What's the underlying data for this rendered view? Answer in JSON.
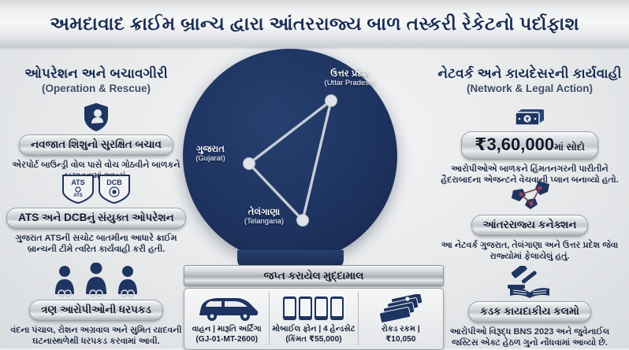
{
  "title": "અમદાવાદ ક્રાઈમ બ્રાન્ચ દ્વારા આંતરરાજ્ય બાળ તસ્કરી રેકેટનો પર્દાફાશ",
  "colors": {
    "navy": "#1e3461",
    "navy_dark": "#16264a",
    "title_text": "#1b2d55",
    "background": "#e9ebed",
    "pill_silver": "#c3c7cc"
  },
  "left_column": {
    "heading_gu": "ઓપરેશન અને બચાવગીરી",
    "heading_en": "(Operation & Rescue)",
    "blocks": [
      {
        "icon": "shield-baby-icon",
        "pill": "નવજાત શિશુનો સુરક્ષિત બચાવ",
        "desc": "એરપોર્ટ બાઉન્ડ્રી વોલ પાસે વોચ ગોઠવીને બાળકને બચાવવામાં આવ્યું."
      },
      {
        "icon": "ats-dcb-badges-icon",
        "pill": "ATS અને DCBનું સંયુક્ત ઓપરેશન",
        "desc": "ગુજરાત ATSની સચોટ બાતમીના આધારે ક્રાઈમ બ્રાન્ચની ટીમે ત્વરિત કાર્યવાહી કરી હતી."
      },
      {
        "icon": "three-arrested-icon",
        "pill": "ત્રણ આરોપીઓની ધરપકડ",
        "desc": "વંદના પંચાલ, રોશન અગ્રવાલ અને સુમિત યાદવની ઘટનાસ્થળેથી ધરપકડ કરવામાં આવી."
      }
    ]
  },
  "right_column": {
    "heading_gu": "નેટવર્ક અને કાયદેસરની કાર્યવાહી",
    "heading_en": "(Network & Legal Action)",
    "blocks": [
      {
        "icon": "banknote-icon",
        "pill_amount": "₹3,60,000",
        "pill_suffix": "માં સોદો",
        "desc": "આરોપીઓએ બાળકને હિંમતનગરની પારીતીને હૈદરાબાદના એજન્ટને વેચવાની પ્લાન બનાવ્યો હતો."
      },
      {
        "icon": "interstate-map-icon",
        "pill": "આંતરરાજ્ય કનેક્શન",
        "desc": "આ નેટવર્ક ગુજરાત, તેલંગાણા અને ઉત્તર પ્રદેશ જેવા રાજ્યોમાં ફેલાયેલું હતું."
      },
      {
        "icon": "gavel-law-book-icon",
        "pill": "કડક કાયદાકીય કલમો",
        "desc": "આરોપીઓ વિરૂદ્ધ BNS 2023 અને જુવેનાઈલ જસ્ટિસ એક્ટ હેઠળ ગુનો નોંધવામાં આવ્યો છે."
      }
    ]
  },
  "map": {
    "nodes": [
      {
        "gu": "ગુજરાત",
        "en": "(Gujarat)"
      },
      {
        "gu": "ઉત્તર પ્રદેશ",
        "en": "(Uttar Pradesh)"
      },
      {
        "gu": "તેલંગાણા",
        "en": "(Telangana)"
      }
    ]
  },
  "seized": {
    "heading": "જપ્ત કરાયેલ મુદ્દામાલ",
    "items": [
      {
        "icon": "car-icon",
        "line1": "વાહન | મારૂતિ અર્ટિગા",
        "line2": "(GJ-01-MT-2600)"
      },
      {
        "icon": "mobile-phones-icon",
        "line1": "મોબાઈલ ફોન | 4 હેન્ડસેટ",
        "line2": "(કિંમત ₹55,000)"
      },
      {
        "icon": "cash-stack-icon",
        "line1": "રોકડ રકમ |",
        "line2": "₹10,050"
      }
    ]
  }
}
